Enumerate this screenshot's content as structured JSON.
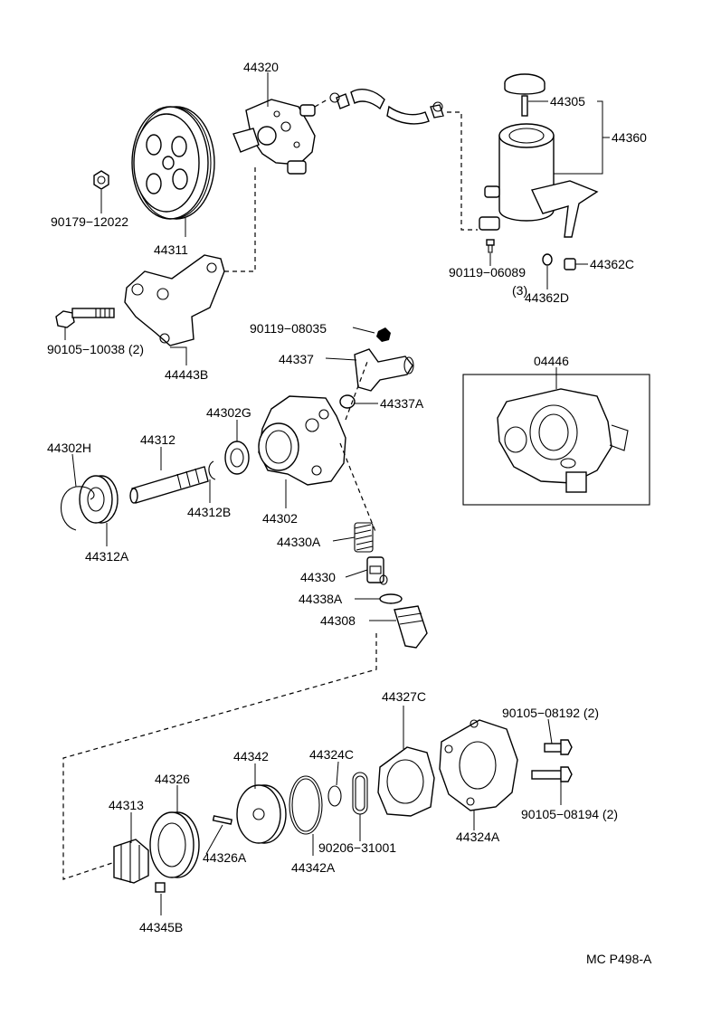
{
  "diagram": {
    "code": "MC P498-A",
    "labels": {
      "p44320": "44320",
      "p44305": "44305",
      "p44360": "44360",
      "p90179_12022": "90179−12022",
      "p44311": "44311",
      "p90119_06089": "90119−06089",
      "p90119_06089_qty": "(3)",
      "p44362C": "44362C",
      "p44362D": "44362D",
      "p90105_10038": "90105−10038 (2)",
      "p44443B": "44443B",
      "p90119_08035": "90119−08035",
      "p44337": "44337",
      "p44337A": "44337A",
      "p04446": "04446",
      "p44302G": "44302G",
      "p44302H": "44302H",
      "p44312": "44312",
      "p44312B": "44312B",
      "p44302": "44302",
      "p44312A": "44312A",
      "p44330A": "44330A",
      "p44330": "44330",
      "p44338A": "44338A",
      "p44308": "44308",
      "p44327C": "44327C",
      "p90105_08192": "90105−08192 (2)",
      "p44342": "44342",
      "p44324C": "44324C",
      "p44326": "44326",
      "p44313": "44313",
      "p44326A": "44326A",
      "p90206_31001": "90206−31001",
      "p44342A": "44342A",
      "p44324A": "44324A",
      "p90105_08194": "90105−08194 (2)",
      "p44345B": "44345B"
    }
  }
}
